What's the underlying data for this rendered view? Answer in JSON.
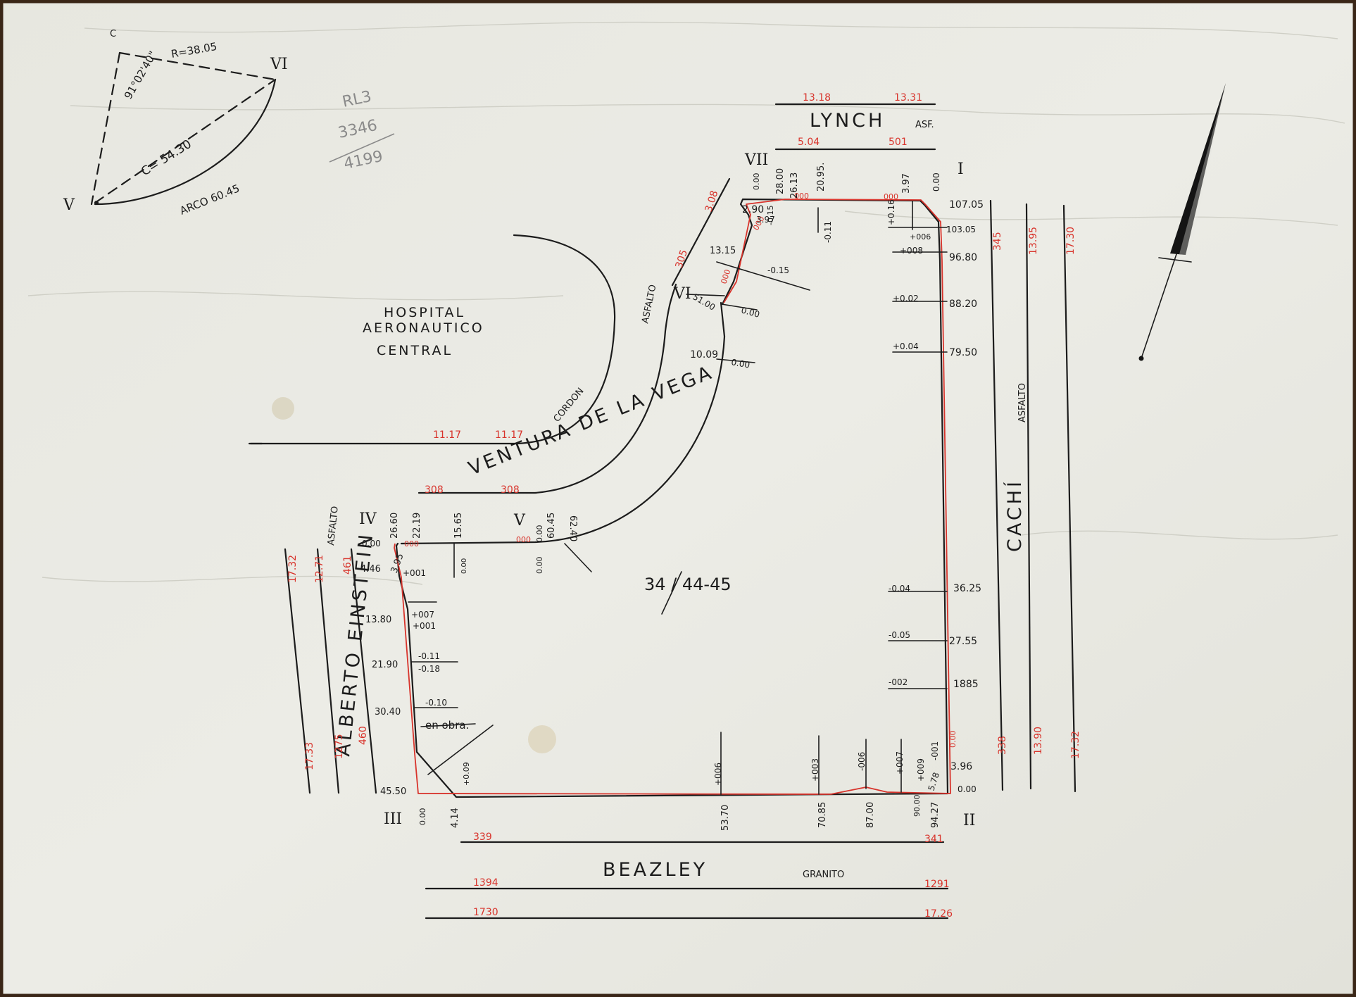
{
  "plan": {
    "parcel": "34 / 44-45",
    "hospital": [
      "HOSPITAL",
      "AERONAUTICO",
      "CENTRAL"
    ],
    "pencil_note": [
      "RL3",
      "3346",
      "4199"
    ],
    "enobra": "en obra.",
    "cordon": "CORDON"
  },
  "streets": {
    "lynch": "LYNCH",
    "lynch_surface": "ASF.",
    "cachi": "CACHÍ",
    "cachi_surface": "ASFALTO",
    "beazley": "BEAZLEY",
    "beazley_surface": "GRANITO",
    "einstein": "ALBERTO  EINSTEIN",
    "einstein_surface": "ASFALTO",
    "ventura": "VENTURA DE LA VEGA",
    "ventura_surface": "ASFALTO"
  },
  "vertices": {
    "I": "I",
    "II": "II",
    "III": "III",
    "IV": "IV",
    "V": "V",
    "VI": "VI",
    "VII": "VII"
  },
  "arc_detail": {
    "vertex_c": "C",
    "angle": "91°02'40\"",
    "radius": "R=38.05",
    "chord": "C= 54.30",
    "arc": "ARCO 60.45",
    "v_end": "V",
    "vi_end": "VI"
  },
  "dims": {
    "lynch_top": [
      "13.18",
      "13.31"
    ],
    "lynch_bottom": [
      "5.04",
      "501"
    ],
    "cachi_top": [
      "345",
      "13.95",
      "17.30"
    ],
    "cachi_bottom": [
      "338",
      "13.90",
      "17.32"
    ],
    "beazley_near": [
      "339",
      "341"
    ],
    "beazley_mid": [
      "1394",
      "1291"
    ],
    "beazley_far": [
      "1730",
      "17.26"
    ],
    "einstein_left": [
      "17.32",
      "12.71",
      "461"
    ],
    "einstein_left_low": [
      "17.33",
      "1275",
      "460"
    ],
    "cordon": [
      "11.17",
      "11.17"
    ],
    "ventura_308": [
      "308",
      "308"
    ],
    "ventura_curve": [
      "3.08",
      "305"
    ],
    "right_side": [
      "107.05",
      "103.05",
      "96.80",
      "88.20",
      "79.50",
      "36.25",
      "27.55",
      "1885",
      "3.96",
      "0.00"
    ],
    "right_offsets": [
      "+0.16",
      "+006",
      "+008",
      "+0.02",
      "+0.04",
      "-0.04",
      "-0.05",
      "-002"
    ],
    "top_side": [
      "0.00",
      "28.00",
      "26.13",
      "20.95.",
      "3.97",
      "0.00",
      "2.90",
      "-0.15",
      "-0.11",
      "000",
      "000",
      "000"
    ],
    "bottom_side": [
      "0.00",
      "4.14",
      "53.70",
      "70.85",
      "87.00",
      "90.00",
      "94.27"
    ],
    "bottom_offsets": [
      "+0.09",
      "+006",
      "+003",
      "-006",
      "+007",
      "-001",
      "+009",
      "5.78"
    ],
    "left_side": [
      "0.00",
      "4.46",
      "13.80",
      "21.90",
      "30.40",
      "45.50"
    ],
    "left_offsets": [
      "26.60",
      "22.19",
      "15.65",
      "3.95",
      "+001",
      "+007",
      "+001",
      "-0.11",
      "-0.18",
      "-0.10",
      "000",
      "0.00"
    ],
    "v_side": [
      "60.45",
      "62.40",
      "0.00",
      "0.00",
      "000"
    ],
    "curve_vi": [
      "13.15",
      "-0.15",
      "51.00",
      "0.00",
      "10.09",
      "0.00",
      "3.97",
      "000"
    ]
  }
}
